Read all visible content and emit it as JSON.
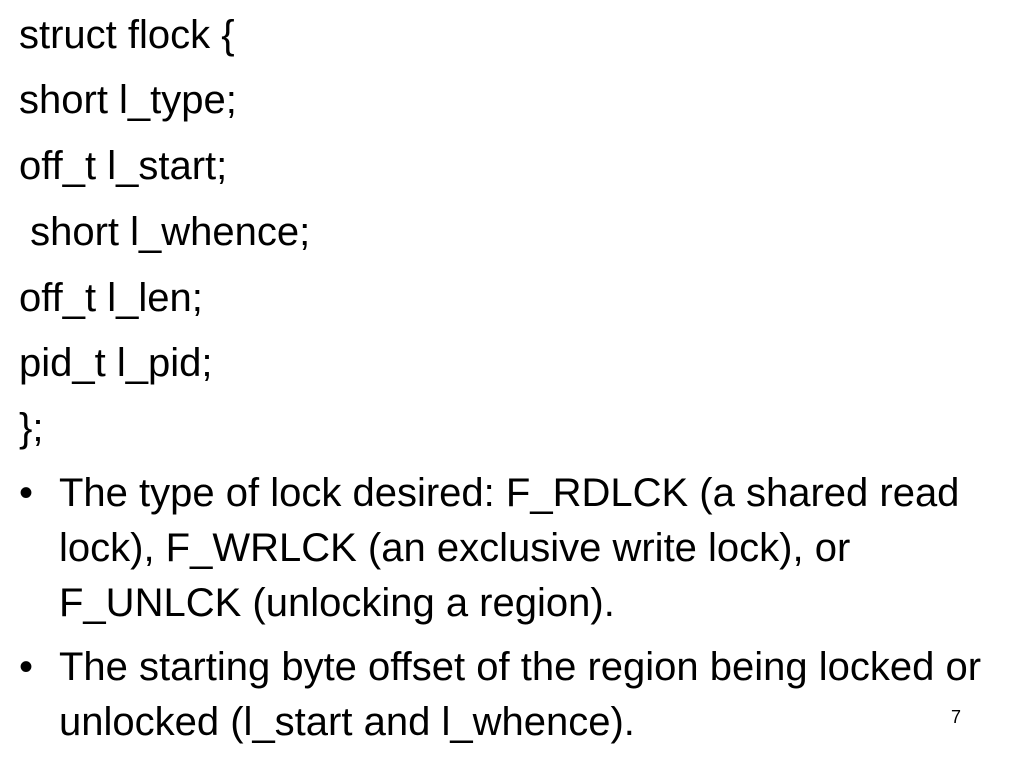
{
  "slide": {
    "code_lines": [
      "struct flock {",
      "short l_type;",
      "off_t l_start;",
      " short l_whence;",
      "off_t l_len;",
      "pid_t l_pid;",
      "};"
    ],
    "bullet_symbol": "•",
    "bullets": [
      "The type of lock desired: F_RDLCK (a shared read lock), F_WRLCK (an exclusive write lock), or F_UNLCK (unlocking a region).",
      "The starting byte offset of the region being locked or unlocked (l_start and l_whence)."
    ],
    "page_number": "7"
  }
}
